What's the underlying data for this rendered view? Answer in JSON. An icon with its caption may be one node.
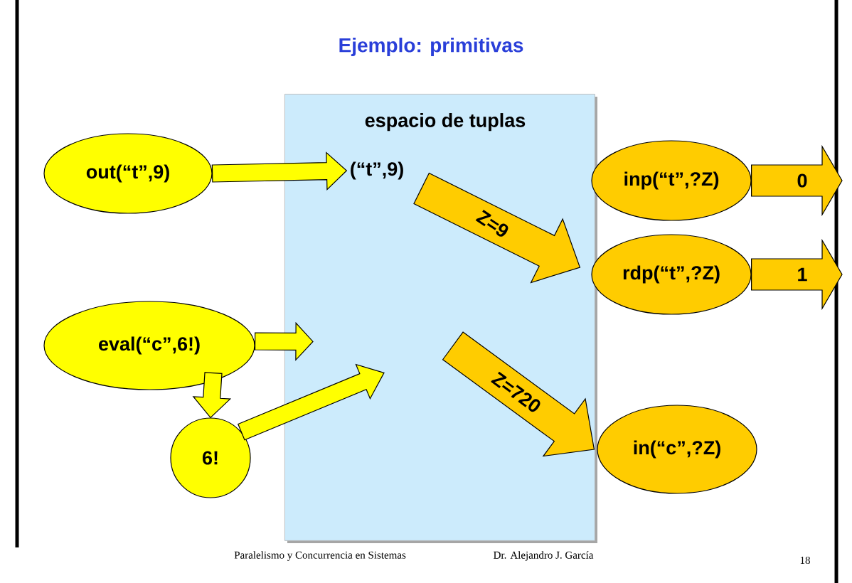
{
  "diagram": {
    "title": "Ejemplo: primitivas",
    "nodes": [
      {
        "text": [
          "out(“t”,9)"
        ]
      },
      {
        "text": [
          "espacio de tuplas"
        ]
      },
      {
        "text": [
          "(“t”,9)"
        ],
        "in": 1
      },
      {
        "text": [
          "eval(“c”,6!)"
        ]
      },
      {
        "text": [
          "6!"
        ]
      },
      {
        "text": [
          "inp(“t”,?Z)"
        ]
      },
      {
        "text": [
          "rdp(“t”,?Z)"
        ]
      },
      {
        "text": [
          "in(“c”,?Z)"
        ]
      }
    ],
    "edges": [
      {
        "from": 0,
        "to": 2,
        "arrow": "to"
      },
      {
        "from": 3,
        "to": 1,
        "arrow": "to"
      },
      {
        "from": 3,
        "to": 4,
        "arrow": "to"
      },
      {
        "from": 4,
        "to": 1,
        "arrow": "to"
      },
      {
        "from": 2,
        "to": 6,
        "arrow": "to",
        "label": "Z=9",
        "color": "#ffcc00"
      },
      {
        "from": 1,
        "to": 7,
        "arrow": "to",
        "label": "Z=720",
        "color": "#ffcc00"
      },
      {
        "from": 5,
        "to": null,
        "arrow": "to",
        "label": "0",
        "color": "#ffcc00"
      },
      {
        "from": 6,
        "to": null,
        "arrow": "to",
        "label": "1",
        "color": "#ffcc00"
      }
    ],
    "labels": [
      "Paralelismo y Concurrencia en Sistemas",
      "Dr. Alejandro J. García",
      "18"
    ]
  }
}
